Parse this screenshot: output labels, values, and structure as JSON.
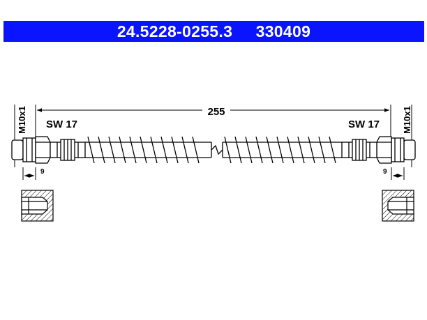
{
  "header": {
    "part_number": "24.5228-0255.3",
    "ref_number": "330409",
    "background_color": "#0a14ff",
    "text_color": "#ffffff"
  },
  "dimensions": {
    "length": "255",
    "thread_left": "M10x1",
    "thread_right": "M10x1",
    "wrench_left": "SW 17",
    "wrench_right": "SW 17",
    "depth_left": "9",
    "depth_right": "9"
  }
}
